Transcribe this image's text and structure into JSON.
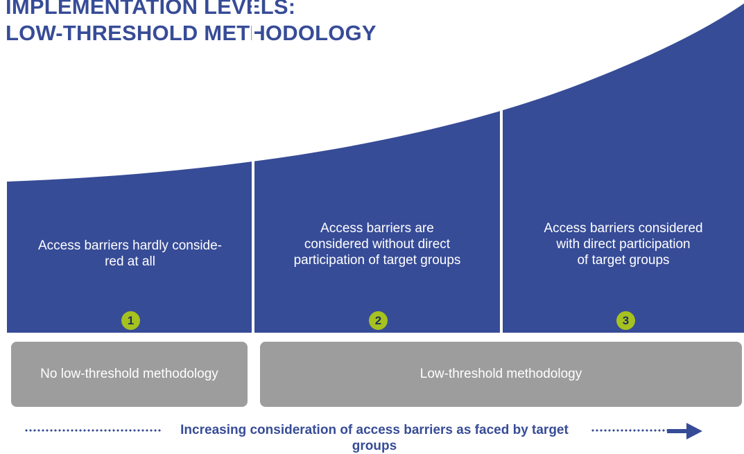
{
  "title": {
    "line1": "IMPLEMENTATION LEVELS:",
    "line2": "LOW-THRESHOLD METHODOLOGY"
  },
  "levels": [
    {
      "number": "1",
      "text": "Access barriers hardly conside-\nred at all"
    },
    {
      "number": "2",
      "text": "Access barriers are\nconsidered without direct\nparticipation of target groups"
    },
    {
      "number": "3",
      "text": "Access barriers considered\nwith direct participation\nof target groups"
    }
  ],
  "methodology": {
    "none": "No low-threshold methodology",
    "low": "Low-threshold methodology"
  },
  "footer": {
    "caption": "Increasing consideration of access barriers as faced by target groups"
  },
  "colors": {
    "primary_blue": "#374c97",
    "accent_green": "#a6c21f",
    "gray_box": "#9d9d9d"
  }
}
